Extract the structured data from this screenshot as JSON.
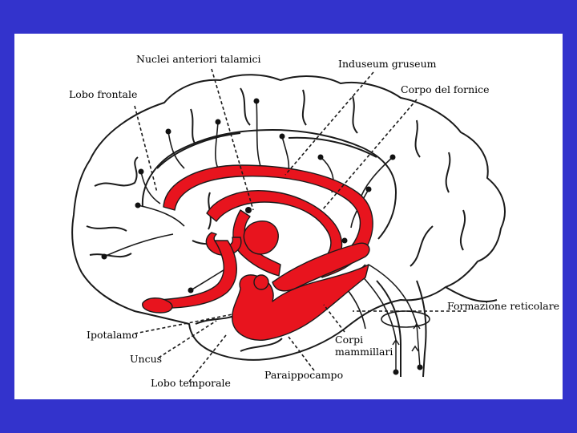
{
  "labels": {
    "nuclei_anteriori": "Nuclei anteriori talamici",
    "induseum": "Induseum gruseum",
    "lobo_frontale": "Lobo frontale",
    "corpo_fornice": "Corpo del fornice",
    "formazione_reticolare": "Formazione reticolare",
    "ipotalamo": "Ipotalamo",
    "corpi_mammillari": "Corpi\nmammillari",
    "uncus": "Uncus",
    "paraippocampo": "Paraippocampo",
    "lobo_temporale": "Lobo temporale"
  },
  "colors": {
    "background": "#3333cc",
    "panel": "#ffffff",
    "limbic_structure": "#e8141e",
    "outline": "#1a1a1a"
  }
}
